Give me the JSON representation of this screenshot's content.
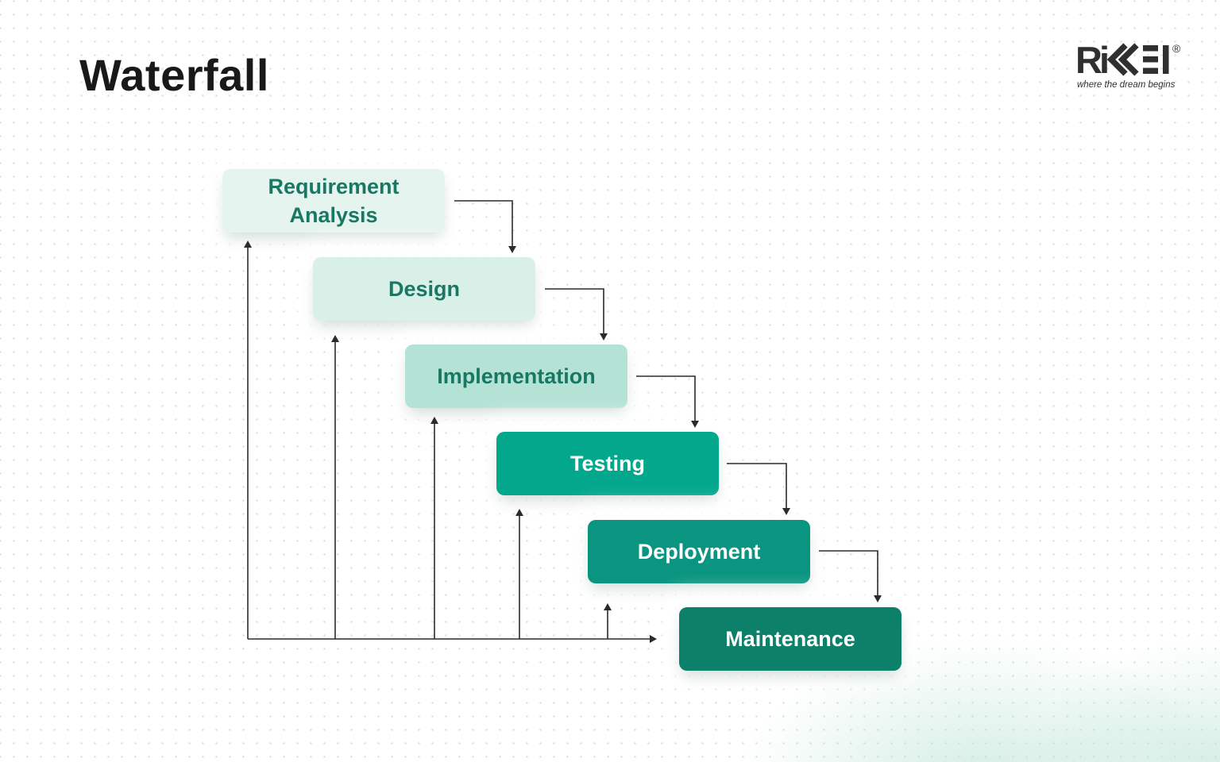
{
  "page": {
    "title": "Waterfall"
  },
  "logo": {
    "brand": "RIKKEI",
    "letters": {
      "r": "R",
      "i": "i"
    },
    "registered": "®",
    "tagline": "where the dream begins",
    "color": "#2f2f2f"
  },
  "diagram": {
    "type": "waterfall-process-flow",
    "connector_color": "#2b2b2b",
    "stages": [
      {
        "id": "requirement-analysis",
        "label": "Requirement Analysis",
        "bg": "#e6f4ef",
        "text_color": "#187863"
      },
      {
        "id": "design",
        "label": "Design",
        "bg": "#d9f0e9",
        "text_color": "#187863"
      },
      {
        "id": "implementation",
        "label": "Implementation",
        "bg": "#b4e3d5",
        "text_color": "#187863"
      },
      {
        "id": "testing",
        "label": "Testing",
        "bg": "#02a78c",
        "text_color": "#ffffff"
      },
      {
        "id": "deployment",
        "label": "Deployment",
        "bg": "#0a9580",
        "text_color": "#ffffff"
      },
      {
        "id": "maintenance",
        "label": "Maintenance",
        "bg": "#0d8069",
        "text_color": "#ffffff"
      }
    ]
  }
}
